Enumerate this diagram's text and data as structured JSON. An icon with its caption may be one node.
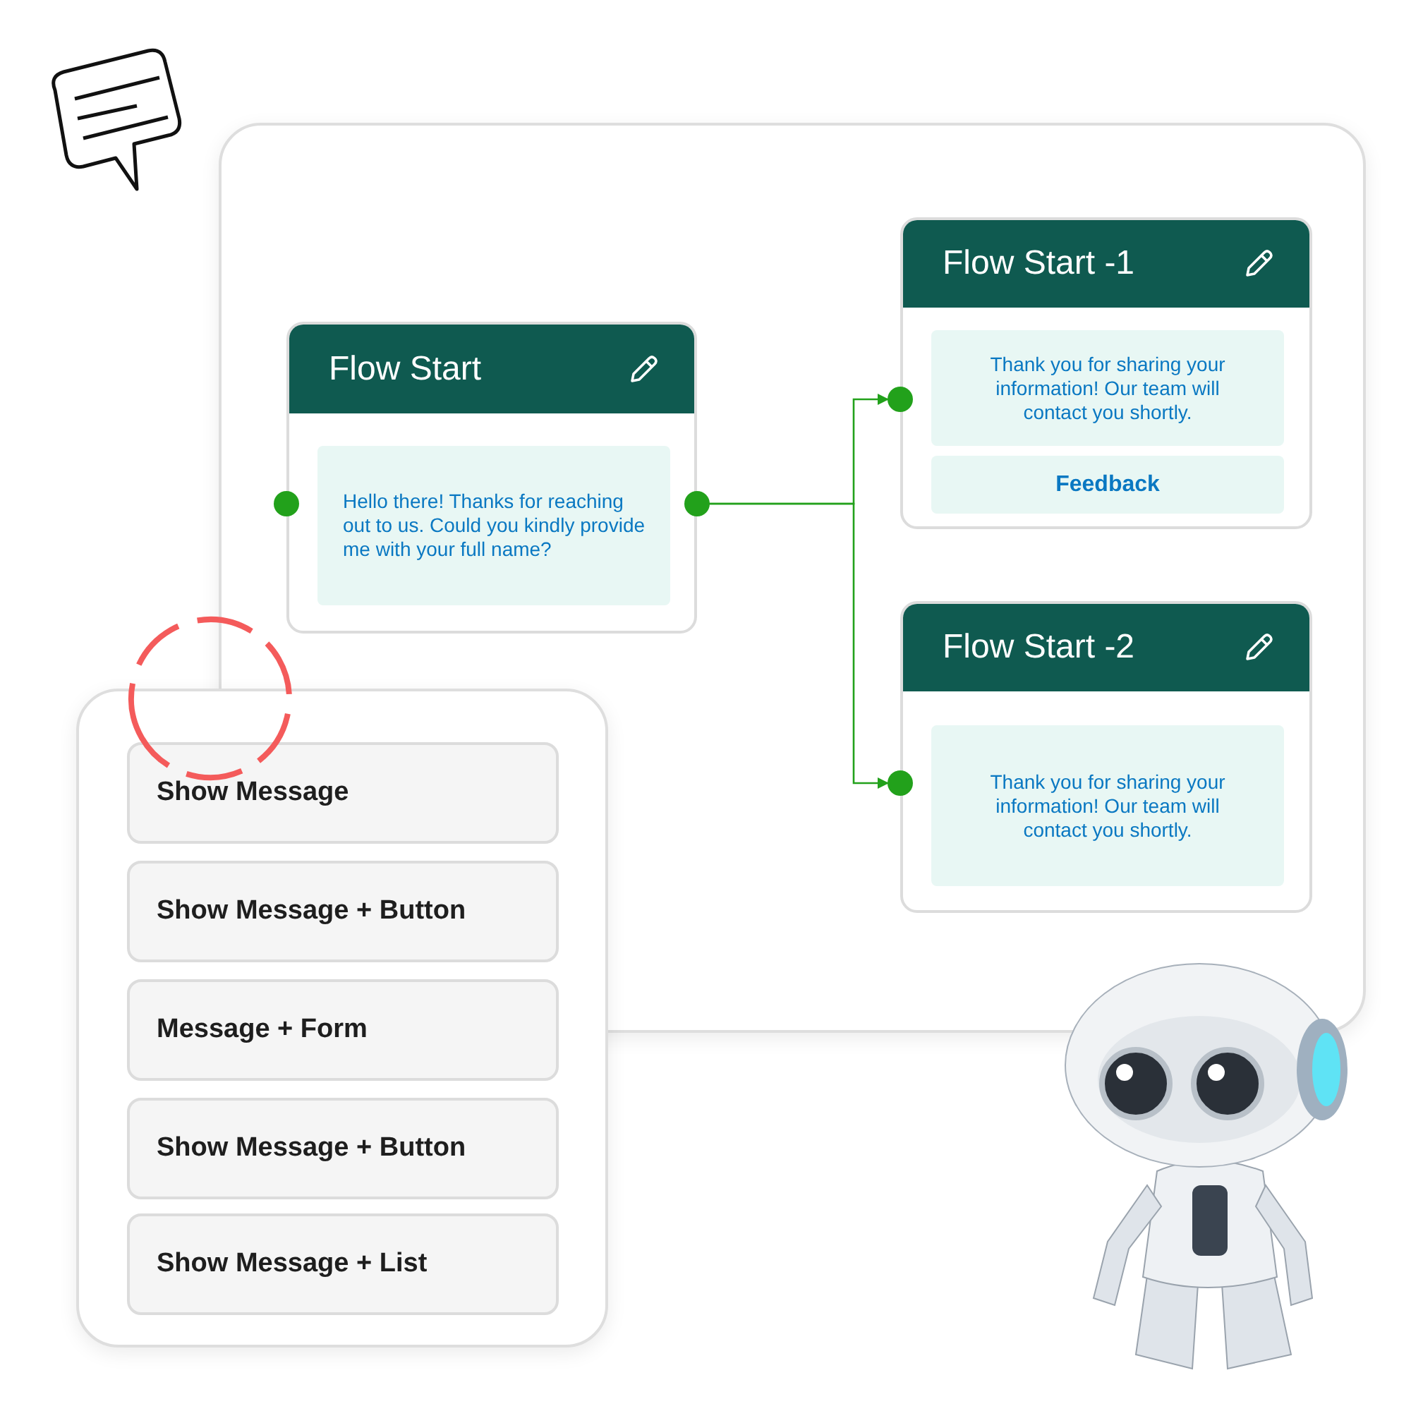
{
  "diagram": {
    "nodes": [
      {
        "text": [
          "Flow Start",
          "Hello there! Thanks for reaching out to us. Could you kindly provide me with your full name?"
        ]
      },
      {
        "text": [
          "Flow Start -1",
          "Thank you for sharing your information! Our team will contact you shortly.",
          "Feedback"
        ]
      },
      {
        "text": [
          "Flow Start -2",
          "Thank you for sharing your information! Our team will contact you shortly."
        ]
      },
      {
        "text": [],
        "shape": "circle"
      }
    ],
    "edges": [
      {
        "from": 0,
        "to": 1,
        "arrow": "to"
      },
      {
        "from": 0,
        "to": 2,
        "arrow": "to"
      }
    ],
    "labels": [
      "Show Message",
      "Show Message + Button",
      "Message + Form",
      "Show Message + Button",
      "Show Message + List"
    ]
  }
}
